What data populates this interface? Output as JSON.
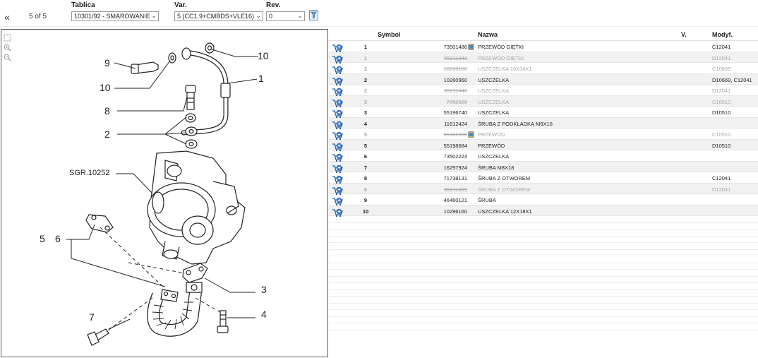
{
  "toolbar": {
    "back_symbol": "«",
    "page_count": "5 of 5",
    "tablica_label": "Tablica",
    "tablica_value": "10301/92 - SMAROWANIE",
    "var_label": "Var.",
    "var_value": "5 (CC1.9+CMBDS+VLE16)",
    "rev_label": "Rev.",
    "rev_value": "0",
    "refresh_icon": "refresh-icon"
  },
  "drawing": {
    "labels": {
      "l9": "9",
      "l10a": "10",
      "l10b": "10",
      "l1": "1",
      "l8": "8",
      "l2": "2",
      "sgr": "SGR.10252",
      "l5": "5",
      "l6": "6",
      "l3": "3",
      "l7": "7",
      "l4": "4"
    }
  },
  "table": {
    "headers": {
      "symbol": "Symbol",
      "nazwa": "Nazwa",
      "v": "V.",
      "modyf": "Modyf."
    },
    "rows": [
      {
        "lp": "1",
        "symbol": "73501486",
        "nazwa": "PRZEWÓD GIĘTKI",
        "modyf": "C12041",
        "dim": false,
        "info": true
      },
      {
        "lp": "1",
        "symbol": "55211443",
        "nazwa": "PRZEWÓD GIĘTKI",
        "modyf": "D12041",
        "dim": true,
        "info": false
      },
      {
        "lp": "2",
        "symbol": "10260160",
        "nazwa": "USZCZELKA 10X14X1",
        "modyf": "C10669",
        "dim": true,
        "info": false
      },
      {
        "lp": "2",
        "symbol": "10260960",
        "nazwa": "USZCZELKA",
        "modyf": "D10669, C12041",
        "dim": false,
        "info": false
      },
      {
        "lp": "2",
        "symbol": "55211440",
        "nazwa": "USZCZELKA",
        "modyf": "D12041",
        "dim": true,
        "info": false
      },
      {
        "lp": "3",
        "symbol": "7782020",
        "nazwa": "USZCZELKA",
        "modyf": "C10510",
        "dim": true,
        "info": false
      },
      {
        "lp": "3",
        "symbol": "55196740",
        "nazwa": "USZCZELKA",
        "modyf": "D10510",
        "dim": false,
        "info": false
      },
      {
        "lp": "4",
        "symbol": "11612424",
        "nazwa": "ŚRUBA Z PODKŁADKĄ M6X16",
        "modyf": "",
        "dim": false,
        "info": false
      },
      {
        "lp": "5",
        "symbol": "55182898",
        "nazwa": "PRZEWÓD",
        "modyf": "C10510",
        "dim": true,
        "info": true
      },
      {
        "lp": "5",
        "symbol": "55198684",
        "nazwa": "PRZEWÓD",
        "modyf": "D10510",
        "dim": false,
        "info": false
      },
      {
        "lp": "6",
        "symbol": "73502224",
        "nazwa": "USZCZELKA",
        "modyf": "",
        "dim": false,
        "info": false
      },
      {
        "lp": "7",
        "symbol": "16297924",
        "nazwa": "ŚRUBA M8X18",
        "modyf": "",
        "dim": false,
        "info": false
      },
      {
        "lp": "8",
        "symbol": "71738131",
        "nazwa": "ŚRUBA Z OTWOREM",
        "modyf": "C12041",
        "dim": false,
        "info": false
      },
      {
        "lp": "8",
        "symbol": "55211439",
        "nazwa": "ŚRUBA Z OTWOREM",
        "modyf": "D12041",
        "dim": true,
        "info": false
      },
      {
        "lp": "9",
        "symbol": "46460121",
        "nazwa": "ŚRUBA",
        "modyf": "",
        "dim": false,
        "info": false
      },
      {
        "lp": "10",
        "symbol": "10296160",
        "nazwa": "USZCZELKA 12X18X1",
        "modyf": "",
        "dim": false,
        "info": false
      }
    ]
  }
}
